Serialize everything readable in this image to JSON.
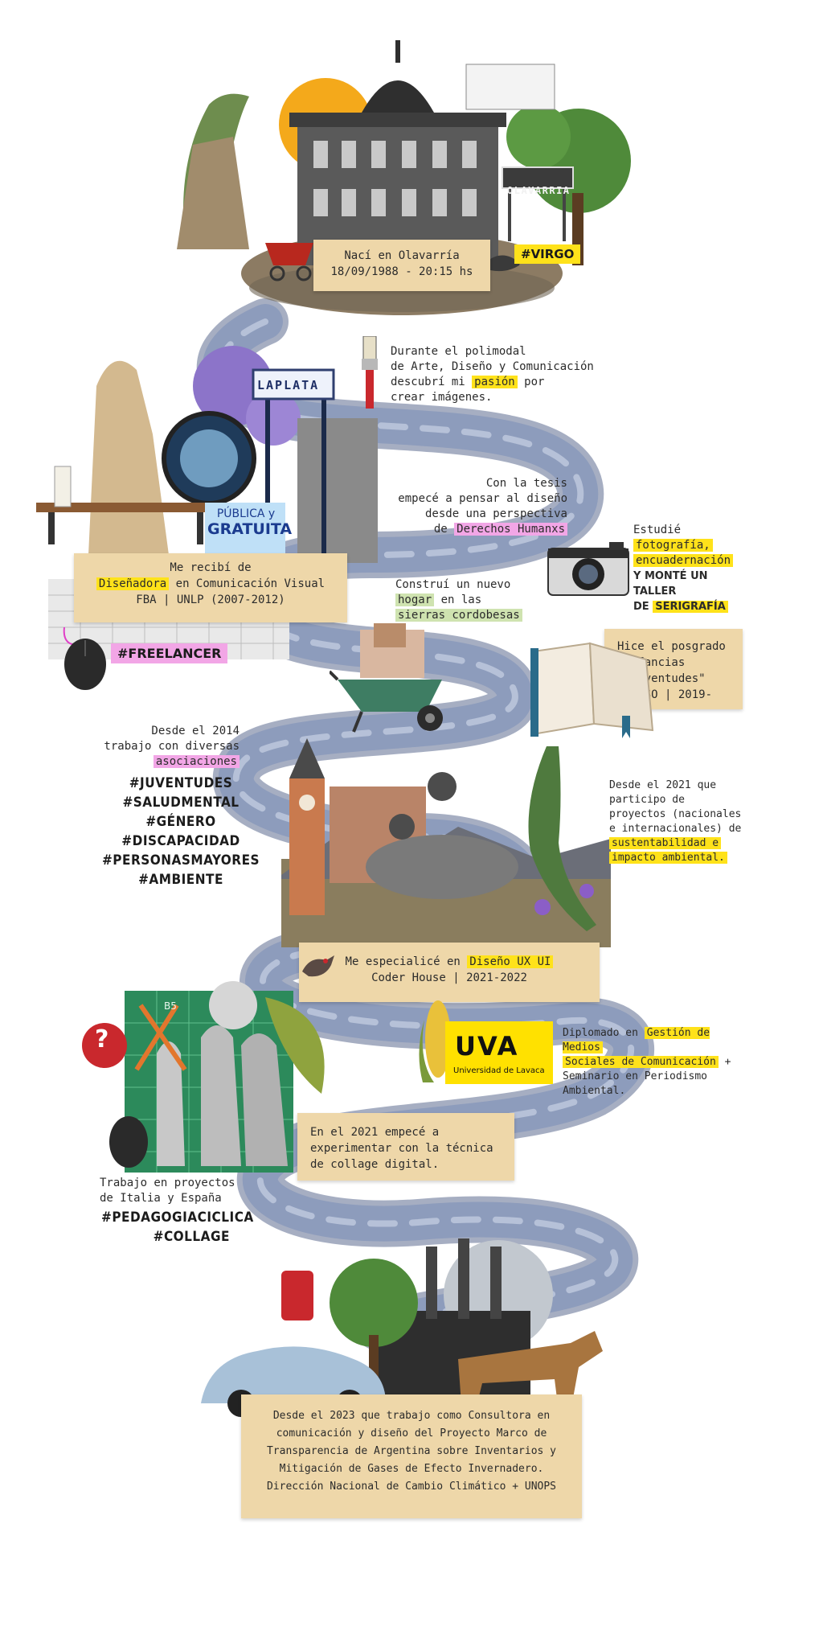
{
  "colors": {
    "paper": "#eed7a9",
    "highlight_yellow": "#ffe21a",
    "highlight_pink": "#f2a6e6",
    "highlight_green": "#cfe3b0",
    "river": "#8d9cbc",
    "river_shadow": "#5d6b8f"
  },
  "birth": {
    "line1": "Nací en Olavarría",
    "line2": "18/09/1988 - 20:15 hs",
    "hashtag": "#VIRGO",
    "sign": "OLAVARRIA"
  },
  "polimodal": {
    "line1": "Durante el polimodal",
    "line2": "de Arte, Diseño y Comunicación",
    "line3_pre": "descubrí mi",
    "line3_hl": "pasión",
    "line3_post": "por",
    "line4": "crear imágenes."
  },
  "laplata": {
    "sign": "LAPLATA",
    "placard_line1": "PÚBLICA y",
    "placard_line2": "GRATUITA"
  },
  "tesis": {
    "line1": "Con la tesis",
    "line2": "empecé a pensar al diseño",
    "line3": "desde una perspectiva",
    "line4_pre": "de",
    "line4_hl": "Derechos Humanxs"
  },
  "studied": {
    "line1": "Estudié",
    "line2_hl": "fotografía,",
    "line3_hl": "encuadernación",
    "line4": "Y MONTÉ UN TALLER",
    "line5_pre": "DE",
    "line5_hl": "SERIGRAFÍA"
  },
  "degree": {
    "line1": "Me recibí de",
    "line2_hl": "Diseñadora",
    "line2_post": "en Comunicación Visual",
    "line3": "FBA | UNLP (2007-2012)",
    "hashtag": "#FREELANCER"
  },
  "sierras": {
    "line1": "Construí un nuevo",
    "line2_hl": "hogar",
    "line2_post": "en las",
    "line3_hl": "sierras cordobesas"
  },
  "posgrado": {
    "line1": "Hice el posgrado",
    "line2": "\"Infancias",
    "line3": "y Juventudes\"",
    "line4": "CLACSO | 2019-2020"
  },
  "asociaciones": {
    "line1": "Desde el 2014",
    "line2": "trabajo con diversas",
    "line3_hl": "asociaciones",
    "tags": [
      "#JUVENTUDES",
      "#SALUDMENTAL",
      "#GÉNERO  #DISCAPACIDAD",
      "#PERSONASMAYORES",
      "#AMBIENTE"
    ]
  },
  "proyectos2021": {
    "line1": "Desde el 2021 que",
    "line2": "participo de",
    "line3": "proyectos (nacionales",
    "line4": "e internacionales) de",
    "line5_hl": "sustentabilidad e",
    "line6_hl": "impacto ambiental."
  },
  "ux": {
    "line1_pre": "Me especialicé en",
    "line1_hl": "Diseño UX UI",
    "line2": "Coder House | 2021-2022"
  },
  "diplomado": {
    "logo_big": "UVA",
    "logo_small": "Universidad de Lavaca",
    "line1_pre": "Diplomado en",
    "line1_hl": "Gestión de Medios",
    "line2_hl": "Sociales de Comunicación",
    "line2_post": "+",
    "line3": "Seminario en Periodismo",
    "line4": "Ambiental."
  },
  "collage": {
    "line1": "En el 2021 empecé a",
    "line2": "experimentar con la técnica",
    "line3": "de collage digital."
  },
  "italia": {
    "line1": "Trabajo en proyectos",
    "line2": "de Italia y España",
    "tag1": "#PEDAGOGIACICLICA",
    "tag2": "#COLLAGE",
    "cutting_mat_label": "B5"
  },
  "consultora": {
    "lines": [
      "Desde el 2023  que trabajo como Consultora en",
      "comunicación y diseño del Proyecto Marco de",
      "Transparencia de Argentina sobre Inventarios y",
      "Mitigación de Gases de Efecto Invernadero.",
      "Dirección Nacional de Cambio Climático + UNOPS"
    ]
  }
}
